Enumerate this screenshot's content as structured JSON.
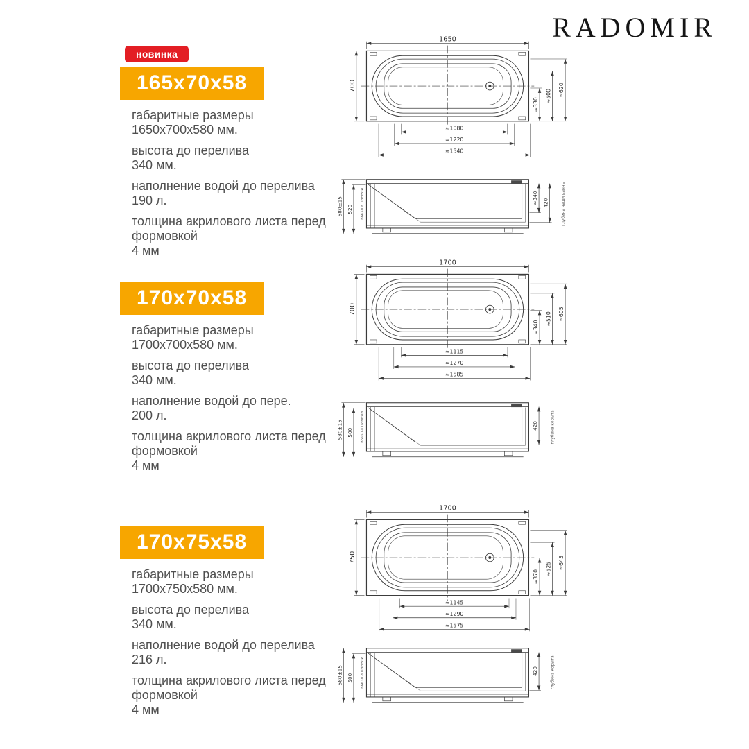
{
  "brand": "RADOMIR",
  "new_badge_label": "новинка",
  "colors": {
    "accent_orange": "#f7a600",
    "badge_red": "#e31e24",
    "drawing_stroke": "#3a3a3a",
    "text_gray": "#4f4f4f"
  },
  "models": [
    {
      "size_label": "165x70x58",
      "specs": [
        {
          "label": "габаритные размеры",
          "value": "1650х700х580 мм."
        },
        {
          "label": "высота до перелива",
          "value": "340 мм."
        },
        {
          "label": "наполнение водой до перелива",
          "value": "190 л."
        },
        {
          "label": "толщина акрилового листа перед формовкой",
          "value": "4 мм"
        }
      ],
      "top_view": {
        "width_dim": "1650",
        "height_dim": "700",
        "right_dims": [
          "≈330",
          "≈500",
          "≈620"
        ],
        "bottom_dims": [
          "≈1080",
          "≈1220",
          "≈1540"
        ]
      },
      "side_view": {
        "left_dims": [
          "580±15",
          "520"
        ],
        "left_label": "высота панели",
        "right_dims": [
          "≈340",
          "420"
        ],
        "right_label": "глубина чаши ванны"
      }
    },
    {
      "size_label": "170x70x58",
      "specs": [
        {
          "label": "габаритные размеры",
          "value": "1700х700х580 мм."
        },
        {
          "label": "высота до перелива",
          "value": "340 мм."
        },
        {
          "label": "наполнение водой до пере.",
          "value": "200 л."
        },
        {
          "label": "толщина акрилового листа перед формовкой",
          "value": "4 мм"
        }
      ],
      "top_view": {
        "width_dim": "1700",
        "height_dim": "700",
        "right_dims": [
          "≈340",
          "≈510",
          "≈605"
        ],
        "bottom_dims": [
          "≈1115",
          "≈1270",
          "≈1585"
        ]
      },
      "side_view": {
        "left_dims": [
          "580±15",
          "500"
        ],
        "left_label": "высота панели",
        "right_dims": [
          "420"
        ],
        "right_label": "глубина корыта"
      }
    },
    {
      "size_label": "170x75x58",
      "specs": [
        {
          "label": "габаритные размеры",
          "value": "1700х750х580 мм."
        },
        {
          "label": "высота до перелива",
          "value": "340 мм."
        },
        {
          "label": "наполнение водой до перелива",
          "value": "216 л."
        },
        {
          "label": "толщина акрилового листа перед формовкой",
          "value": "4 мм"
        }
      ],
      "top_view": {
        "width_dim": "1700",
        "height_dim": "750",
        "right_dims": [
          "≈370",
          "≈525",
          "≈645"
        ],
        "bottom_dims": [
          "≈1145",
          "≈1290",
          "≈1575"
        ]
      },
      "side_view": {
        "left_dims": [
          "580±15",
          "500"
        ],
        "left_label": "высота панели",
        "right_dims": [
          "420"
        ],
        "right_label": "глубина корыта"
      }
    }
  ]
}
